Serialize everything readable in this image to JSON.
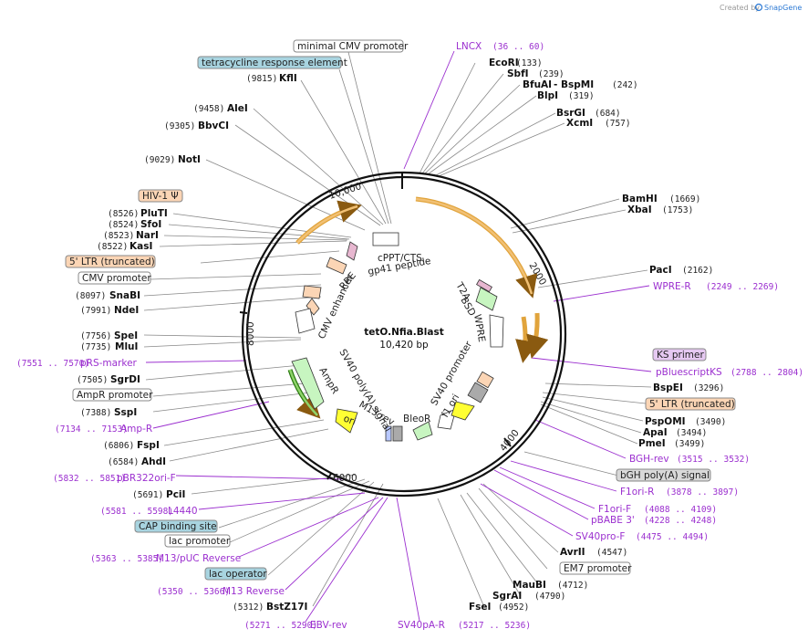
{
  "credit": {
    "prefix": "Created by",
    "brand": "SnapGene"
  },
  "plasmid": {
    "name": "tetO.Nfia.Blast",
    "size_label": "10,420 bp"
  },
  "ticks": [
    "10,000",
    "2000",
    "4000",
    "6000",
    "8000"
  ],
  "enzymes_right": [
    {
      "name": "EcoRI",
      "pos": "(133)"
    },
    {
      "name": "SbfI",
      "pos": "(239)"
    },
    {
      "name": "BfuAI",
      "extra": "- BspMI",
      "pos": "(242)"
    },
    {
      "name": "BlpI",
      "pos": "(319)"
    },
    {
      "name": "BsrGI",
      "pos": "(684)"
    },
    {
      "name": "XcmI",
      "pos": "(757)"
    },
    {
      "name": "BamHI",
      "pos": "(1669)"
    },
    {
      "name": "XbaI",
      "pos": "(1753)"
    },
    {
      "name": "PacI",
      "pos": "(2162)"
    },
    {
      "name": "BspEI",
      "pos": "(3296)"
    },
    {
      "name": "PspOMI",
      "pos": "(3490)"
    },
    {
      "name": "ApaI",
      "pos": "(3494)"
    },
    {
      "name": "PmeI",
      "pos": "(3499)"
    },
    {
      "name": "AvrII",
      "pos": "(4547)"
    },
    {
      "name": "MauBI",
      "pos": "(4712)"
    },
    {
      "name": "SgrAI",
      "pos": "(4790)"
    },
    {
      "name": "FseI",
      "pos": "(4952)"
    }
  ],
  "enzymes_left": [
    {
      "name": "KflI",
      "pos": "(9815)"
    },
    {
      "name": "AleI",
      "pos": "(9458)"
    },
    {
      "name": "BbvCI",
      "pos": "(9305)"
    },
    {
      "name": "NotI",
      "pos": "(9029)"
    },
    {
      "name": "PluTI",
      "pos": "(8526)"
    },
    {
      "name": "SfoI",
      "pos": "(8524)"
    },
    {
      "name": "NarI",
      "pos": "(8523)"
    },
    {
      "name": "KasI",
      "pos": "(8522)"
    },
    {
      "name": "SnaBI",
      "pos": "(8097)"
    },
    {
      "name": "NdeI",
      "pos": "(7991)"
    },
    {
      "name": "SpeI",
      "pos": "(7756)"
    },
    {
      "name": "MluI",
      "pos": "(7735)"
    },
    {
      "name": "SgrDI",
      "pos": "(7505)"
    },
    {
      "name": "SspI",
      "pos": "(7388)"
    },
    {
      "name": "FspI",
      "pos": "(6806)"
    },
    {
      "name": "AhdI",
      "pos": "(6584)"
    },
    {
      "name": "PciI",
      "pos": "(5691)"
    },
    {
      "name": "BstZ17I",
      "pos": "(5312)"
    }
  ],
  "primers": [
    {
      "name": "LNCX",
      "pos": "(36 .. 60)"
    },
    {
      "name": "WPRE-R",
      "pos": "(2249 .. 2269)"
    },
    {
      "name": "pBluescriptKS",
      "pos": "(2788 .. 2804)"
    },
    {
      "name": "BGH-rev",
      "pos": "(3515 .. 3532)"
    },
    {
      "name": "F1ori-R",
      "pos": "(3878 .. 3897)"
    },
    {
      "name": "F1ori-F",
      "pos": "(4088 .. 4109)"
    },
    {
      "name": "pBABE 3'",
      "pos": "(4228 .. 4248)"
    },
    {
      "name": "SV40pro-F",
      "pos": "(4475 .. 4494)"
    },
    {
      "name": "SV40pA-R",
      "pos": "(5217 .. 5236)"
    },
    {
      "name": "EBV-rev",
      "pos": "(5271 .. 5290)"
    },
    {
      "name": "M13 Reverse",
      "pos": "(5350 .. 5366)"
    },
    {
      "name": "M13/pUC Reverse",
      "pos": "(5363 .. 5385)"
    },
    {
      "name": "L4440",
      "pos": "(5581 .. 5598)"
    },
    {
      "name": "pBR322ori-F",
      "pos": "(5832 .. 5851)"
    },
    {
      "name": "Amp-R",
      "pos": "(7134 .. 7153)"
    },
    {
      "name": "pRS-marker",
      "pos": "(7551 .. 7570)"
    }
  ],
  "boxed_features": [
    {
      "name": "minimal CMV promoter"
    },
    {
      "name": "tetracycline response element"
    },
    {
      "name": "HIV-1 Ψ"
    },
    {
      "name": "5' LTR (truncated)"
    },
    {
      "name": "CMV promoter"
    },
    {
      "name": "AmpR promoter"
    },
    {
      "name": "KS primer"
    },
    {
      "name": "5' LTR (truncated)"
    },
    {
      "name": "bGH poly(A) signal"
    },
    {
      "name": "EM7 promoter"
    },
    {
      "name": "CAP binding site"
    },
    {
      "name": "lac promoter"
    },
    {
      "name": "lac operator"
    }
  ],
  "inner_features": [
    "cPPT/CTS",
    "gp41 peptide",
    "RRE",
    "CMV enhancer",
    "T2A",
    "BSD",
    "WPRE",
    "SV40 promoter",
    "f1 ori",
    "BleoR",
    "SV40 poly(A) signal",
    "M13 rev",
    "AmpR",
    "ori"
  ],
  "colors": {
    "primer": "#9b2fcf",
    "promoter_box": "#ffffff",
    "blue_box": "#a8d4e0",
    "orange_box": "#fbd5b5",
    "purple_box": "#e6c9f2",
    "gray_box": "#d9d9d9",
    "orf_orange": "#e1a43c",
    "green": "#c7f5c0",
    "yellow": "#ffff33"
  }
}
